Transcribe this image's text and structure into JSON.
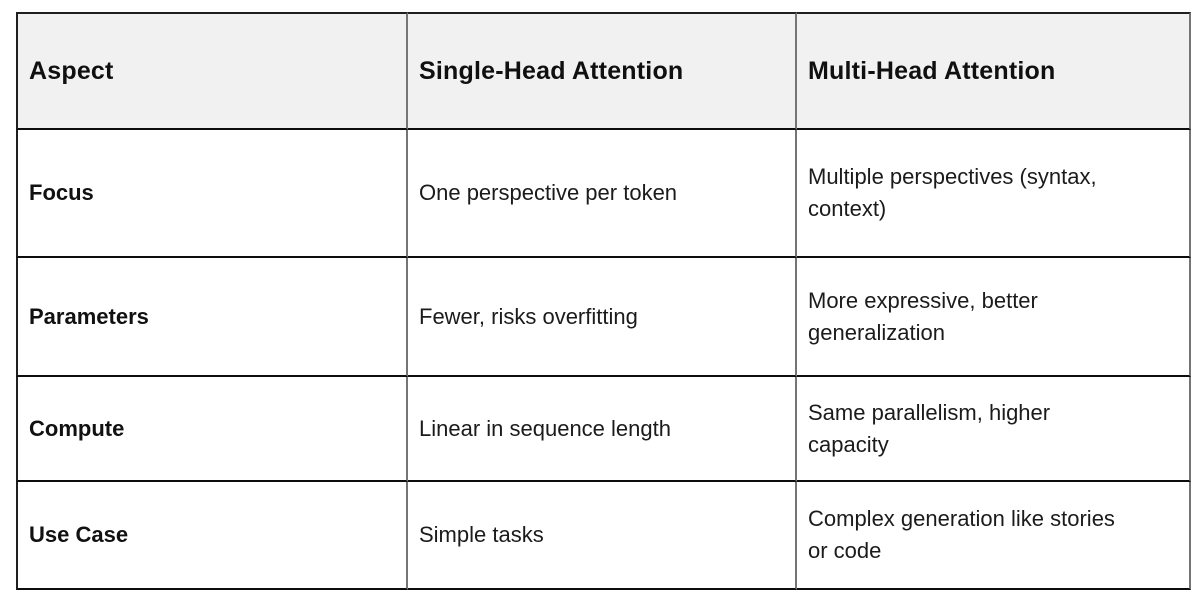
{
  "table": {
    "header": {
      "aspect": "Aspect",
      "single": "Single-Head Attention",
      "multi": "Multi-Head Attention"
    },
    "rows": [
      {
        "aspect": "Focus",
        "single": "One perspective per token",
        "multi": "Multiple perspectives (syntax, context)"
      },
      {
        "aspect": "Parameters",
        "single": "Fewer, risks overfitting",
        "multi": "More expressive, better generalization"
      },
      {
        "aspect": "Compute",
        "single": "Linear in sequence length",
        "multi": "Same parallelism, higher capacity"
      },
      {
        "aspect": "Use Case",
        "single": "Simple tasks",
        "multi": "Complex generation like stories or code"
      }
    ],
    "colors": {
      "header_background": "#f1f1f1",
      "horizontal_border": "#0d0d0d",
      "vertical_border": "#757575",
      "outer_border": "#1f1f1f",
      "header_text": "#101010",
      "body_text": "#1b1b1b",
      "page_background": "#ffffff"
    }
  }
}
